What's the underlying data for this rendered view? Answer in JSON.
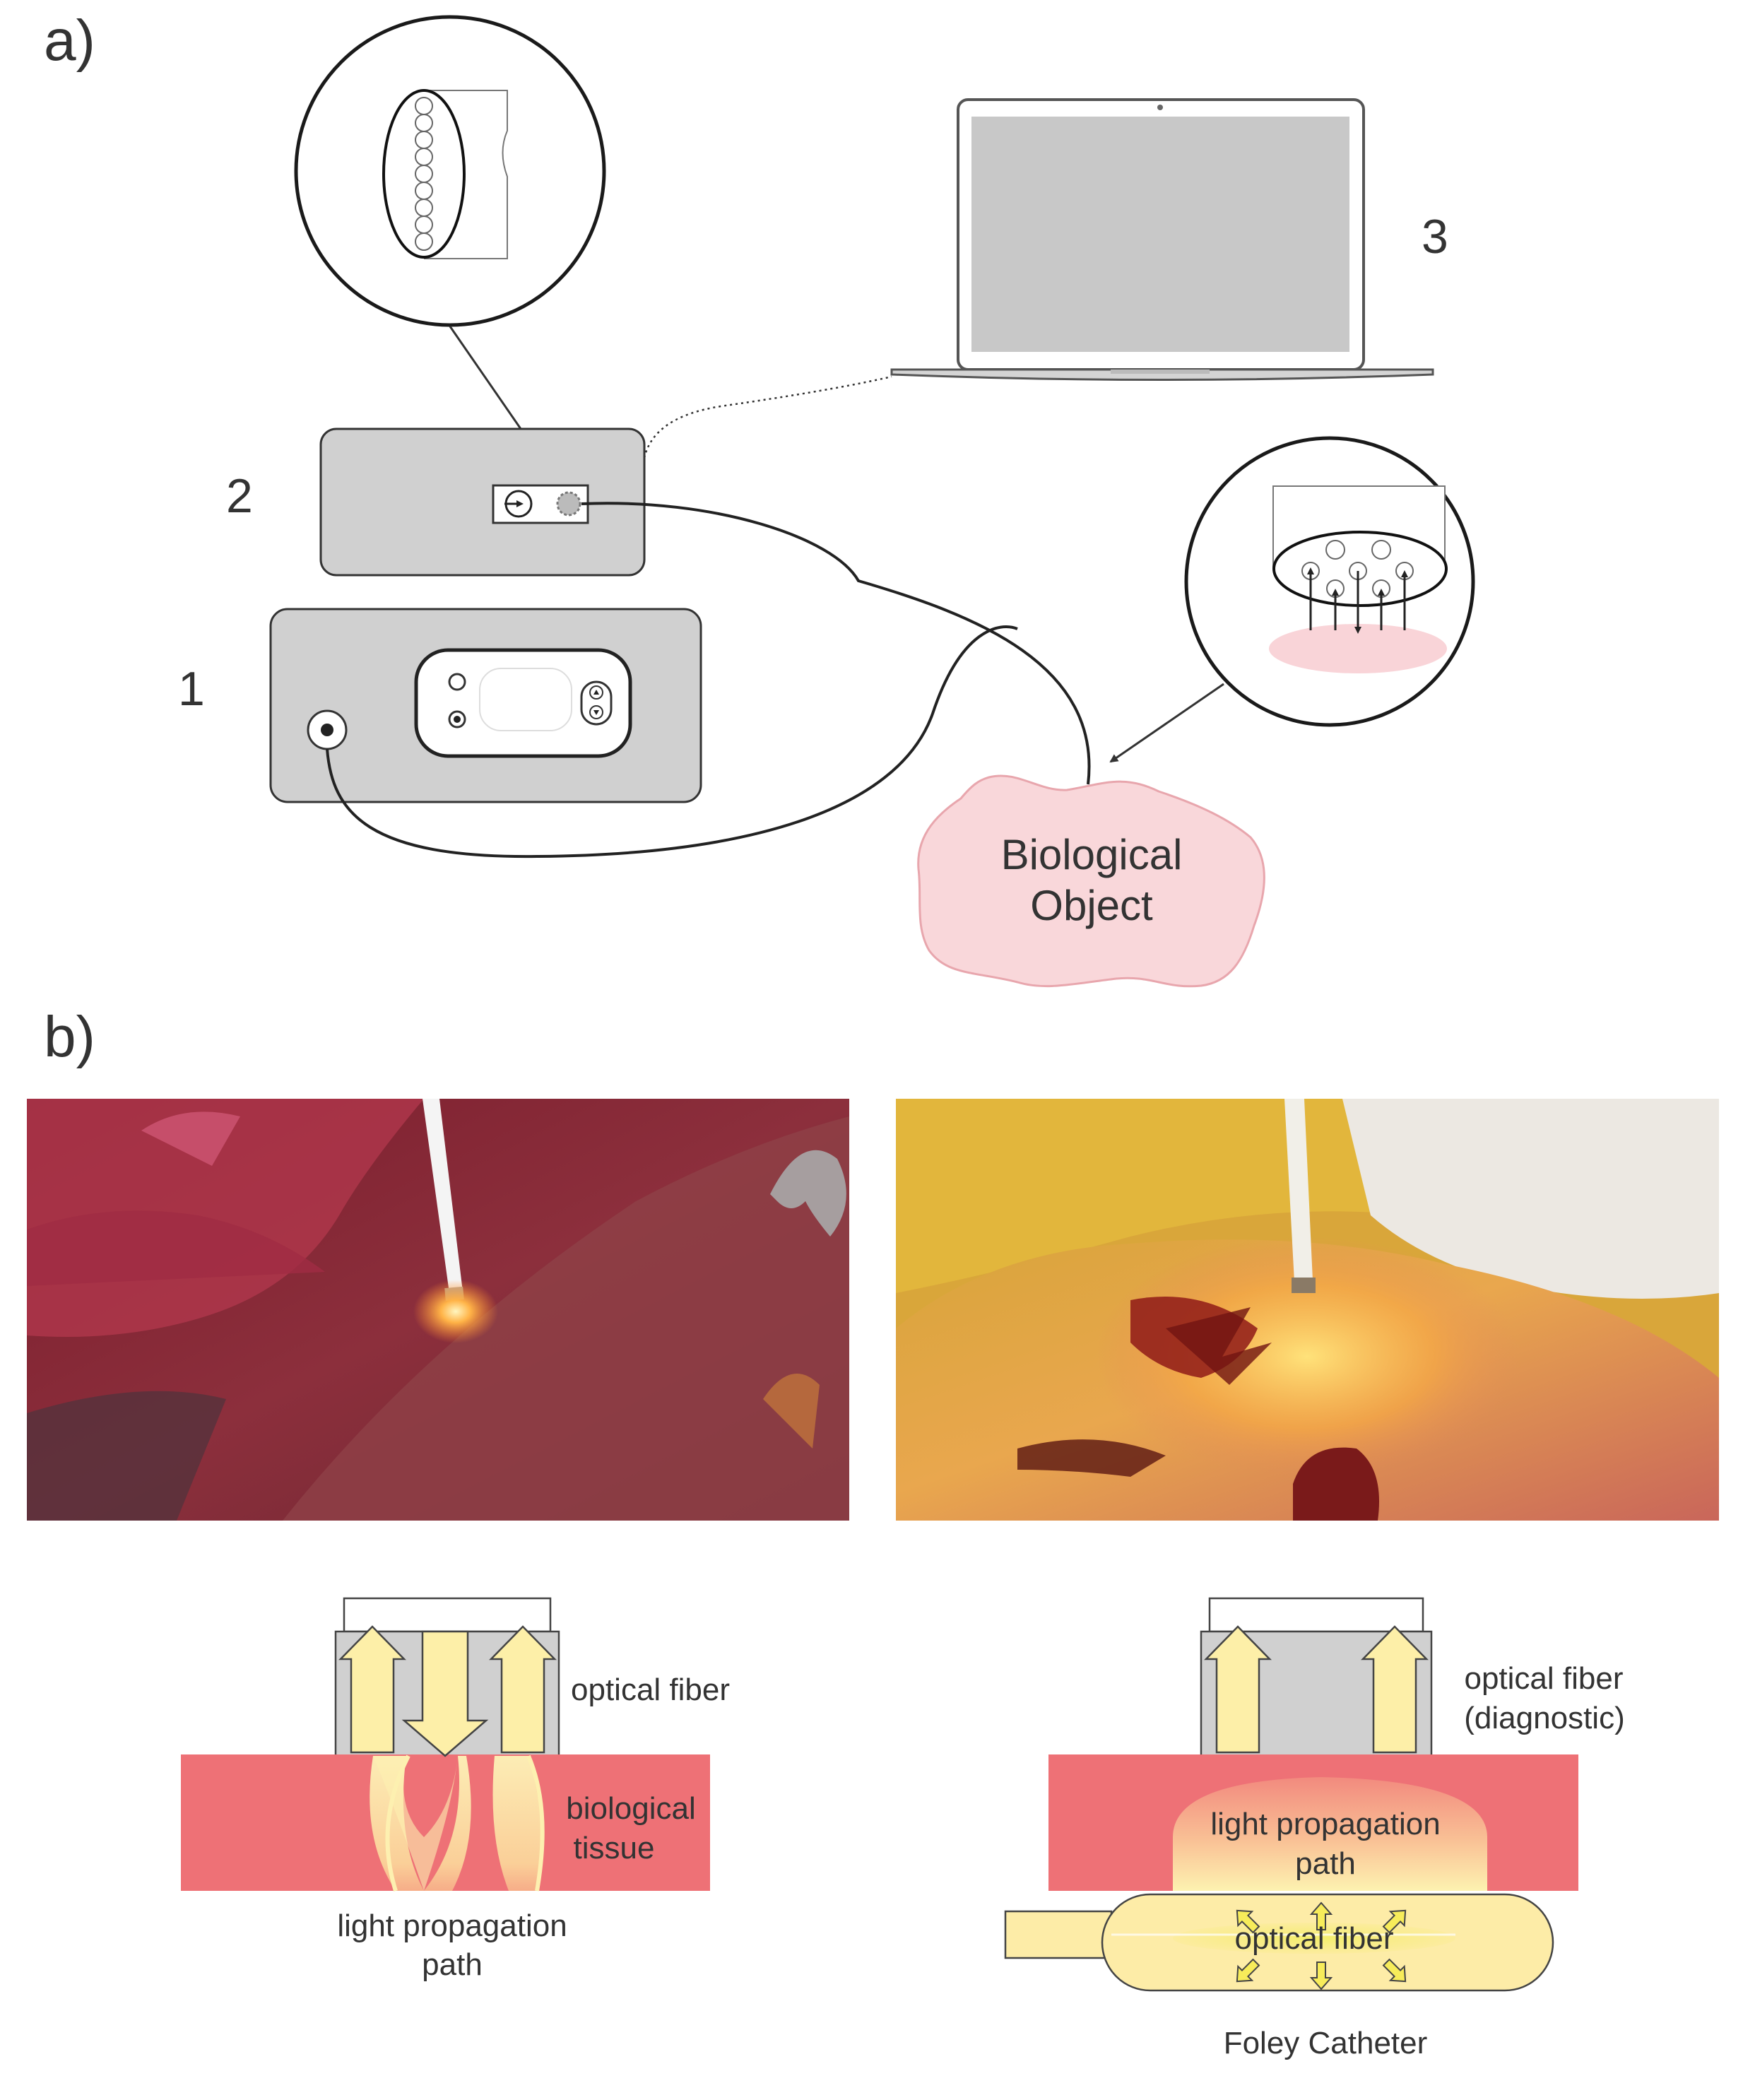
{
  "panels": {
    "a": {
      "label": "a)"
    },
    "b": {
      "label": "b)"
    }
  },
  "setup": {
    "device_1_label": "1",
    "device_2_label": "2",
    "laptop_label": "3",
    "object_line1": "Biological",
    "object_line2": "Object",
    "object_color": "#f9d7da"
  },
  "diagram_left": {
    "fiber_label": "optical fiber",
    "tissue_line1": "biological",
    "tissue_line2": "tissue",
    "path_line1": "light propagation",
    "path_line2": "path"
  },
  "diagram_right": {
    "fiber_line1": "optical fiber",
    "fiber_line2": "(diagnostic)",
    "path_line1": "light propagation",
    "path_line2": "path",
    "inner_fiber_label": "optical fiber",
    "catheter_label": "Foley Catheter"
  },
  "colors": {
    "tissue": "#ee7176",
    "device_gray": "#d0d0d0",
    "light_yellow": "#fdefa8",
    "catheter_fill": "#fdeca7",
    "pink_spot": "#f9d4d8"
  }
}
